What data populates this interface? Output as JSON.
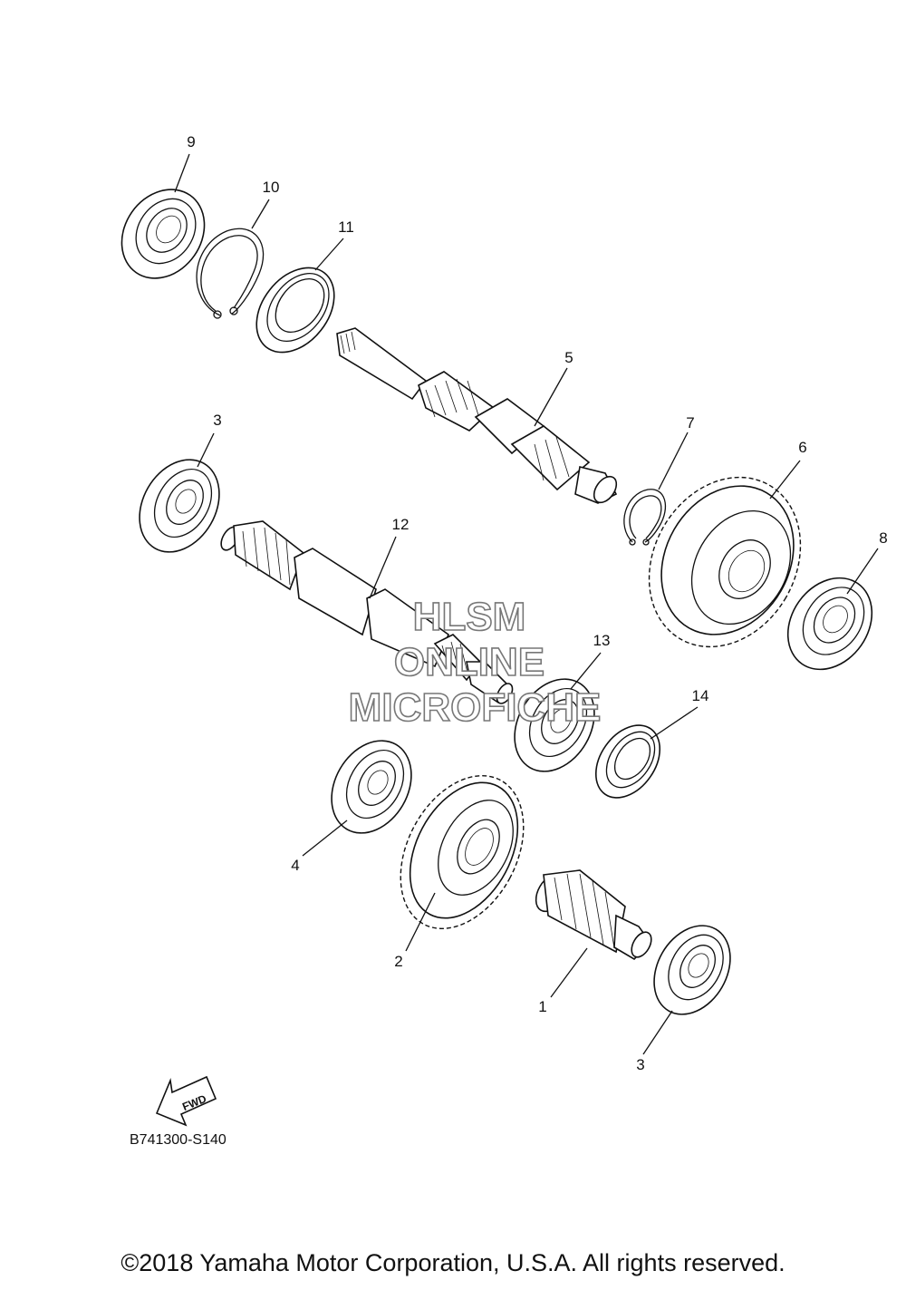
{
  "callouts": {
    "c1": "1",
    "c2": "2",
    "c3a": "3",
    "c3b": "3",
    "c4": "4",
    "c5": "5",
    "c6": "6",
    "c7": "7",
    "c8": "8",
    "c9": "9",
    "c10": "10",
    "c11": "11",
    "c12": "12",
    "c13": "13",
    "c14": "14"
  },
  "watermark": {
    "line1": "HLSM",
    "line2": "ONLINE",
    "line3": "MICROFICHE"
  },
  "fwd_label": "FWD",
  "diagram_code": "B741300-S140",
  "copyright": "©2018 Yamaha Motor Corporation, U.S.A. All rights reserved.",
  "icons": {
    "fwd_arrow": "fwd-arrow-icon"
  }
}
